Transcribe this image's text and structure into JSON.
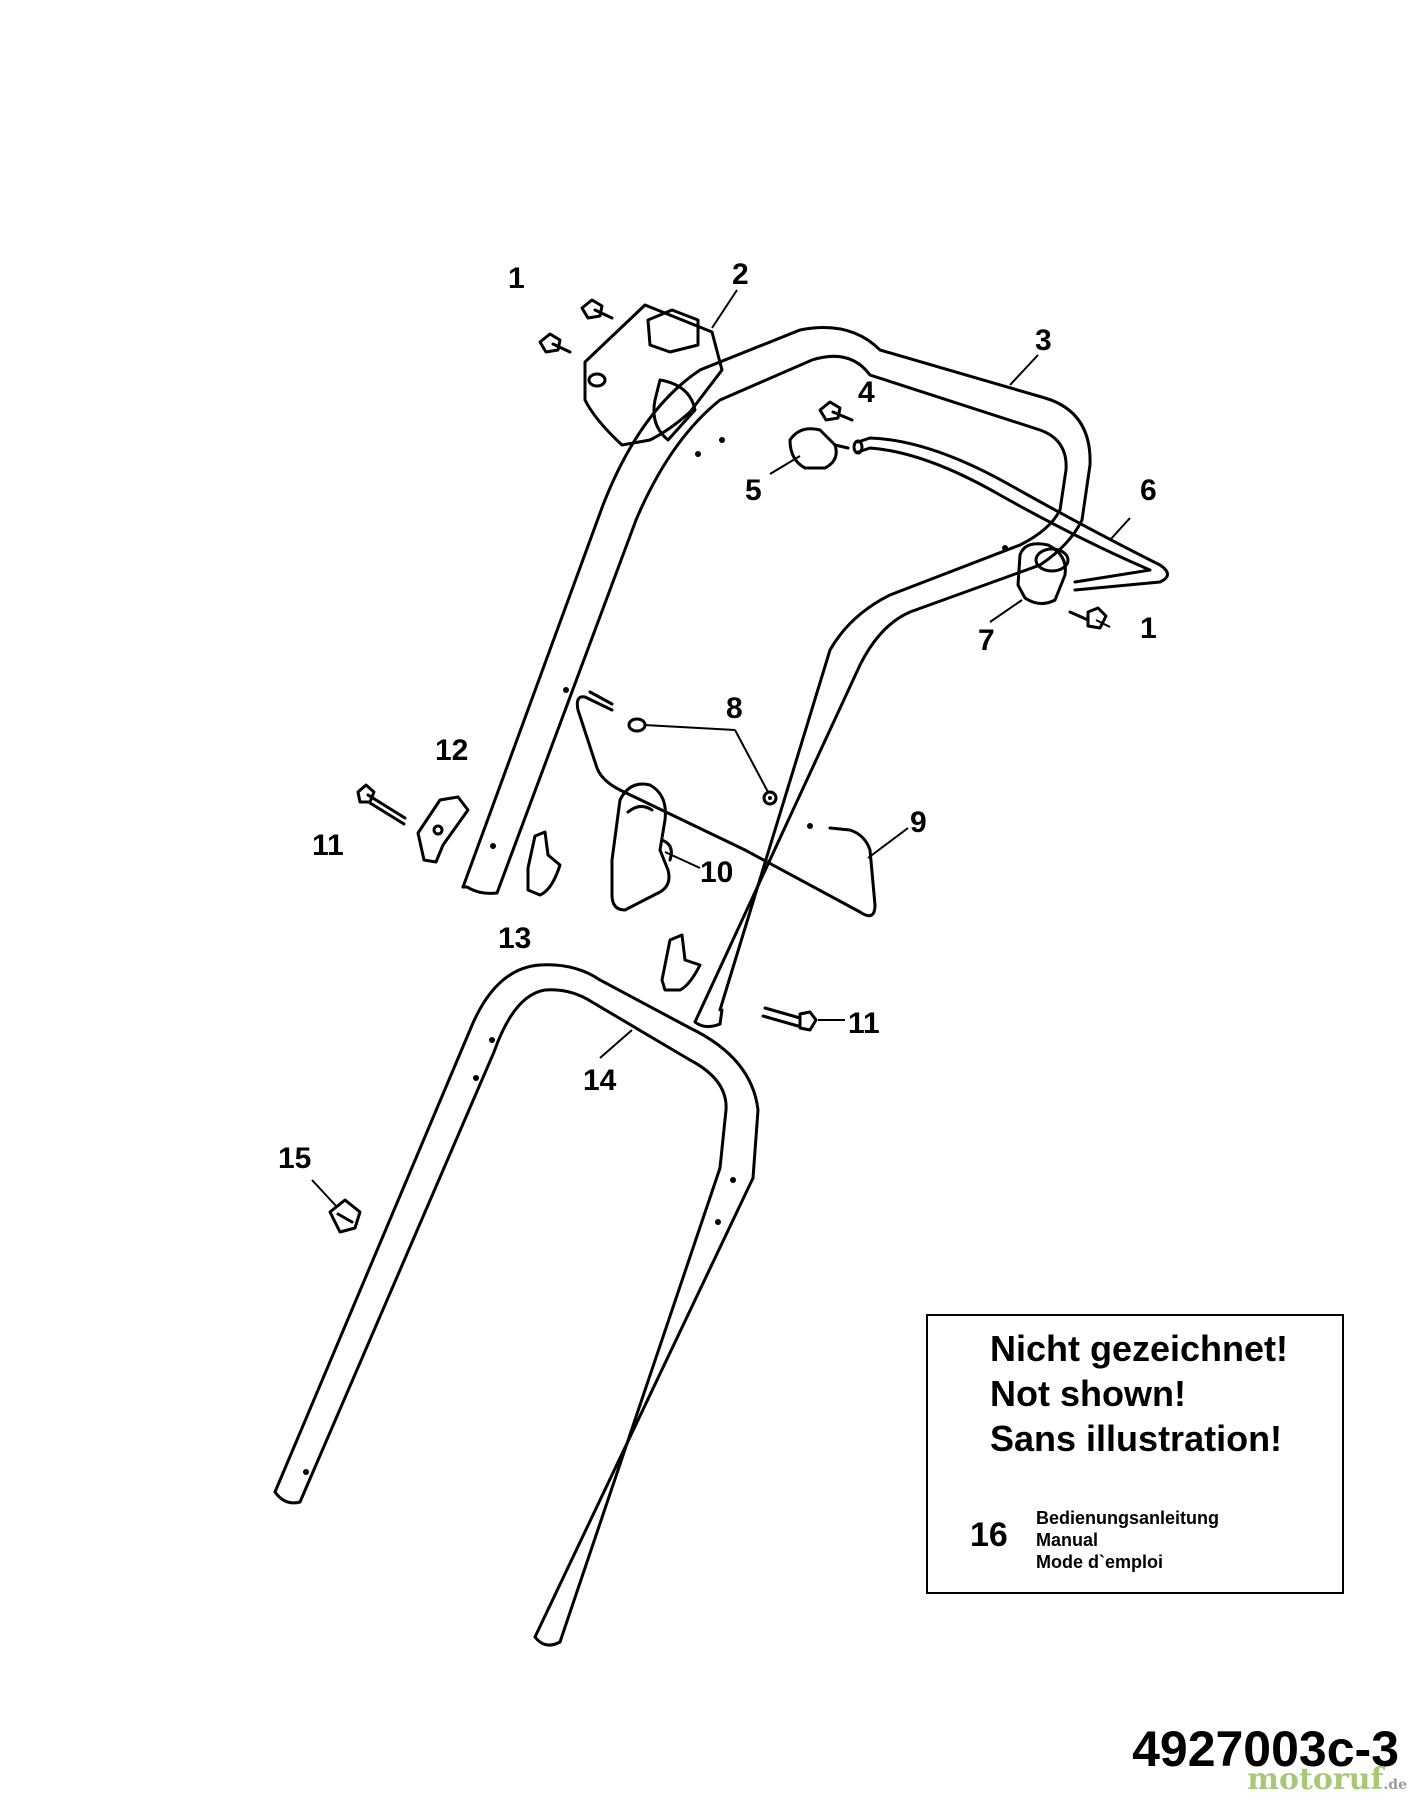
{
  "callouts": {
    "c1a": "1",
    "c2": "2",
    "c3": "3",
    "c4": "4",
    "c5": "5",
    "c6": "6",
    "c7": "7",
    "c1b": "1",
    "c8": "8",
    "c12": "12",
    "c9": "9",
    "c11a": "11",
    "c10": "10",
    "c13": "13",
    "c11b": "11",
    "c14": "14",
    "c15": "15"
  },
  "not_shown": {
    "line_de": "Nicht gezeichnet!",
    "line_en": "Not shown!",
    "line_fr": "Sans illustration!",
    "item_number": "16",
    "item_de": "Bedienungsanleitung",
    "item_en": "Manual",
    "item_fr": "Mode d`emploi"
  },
  "drawing_number": "4927003c-3",
  "watermark": {
    "brand": "motoruf",
    "tld": ".de"
  }
}
